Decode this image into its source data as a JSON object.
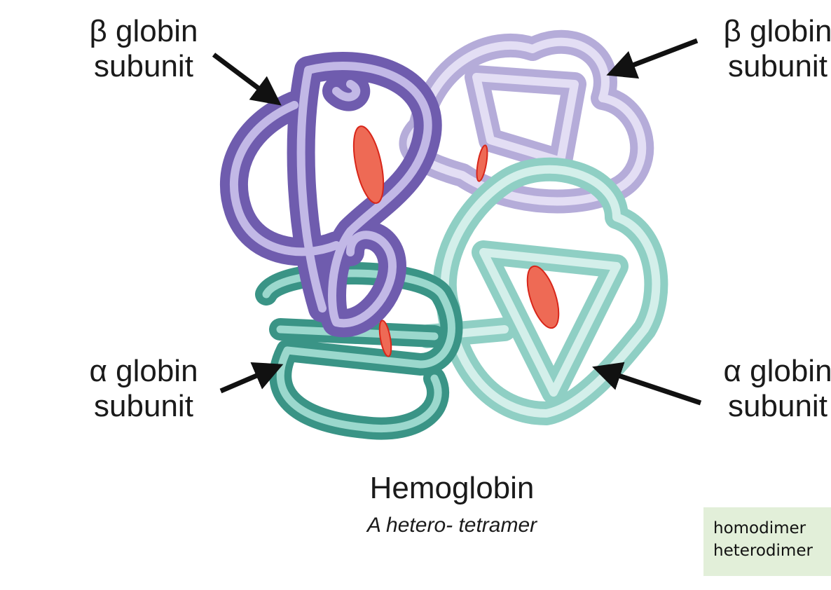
{
  "labels": {
    "beta_left": [
      "β globin",
      "subunit"
    ],
    "beta_right": [
      "β globin",
      "subunit"
    ],
    "alpha_left": [
      "α globin",
      "subunit"
    ],
    "alpha_right": [
      "α globin",
      "subunit"
    ]
  },
  "caption": {
    "title": "Hemoglobin",
    "subtitle": "A hetero- tetramer"
  },
  "note": {
    "lines": [
      "homodimer",
      "heterodimer"
    ]
  },
  "colors": {
    "beta_dark": "#7a68b5",
    "beta_light": "#c9c2e6",
    "alpha_dark": "#3f9c8e",
    "alpha_light": "#a9dcd3",
    "heme": "#ee6a55",
    "note_bg": "#e2efd9"
  }
}
